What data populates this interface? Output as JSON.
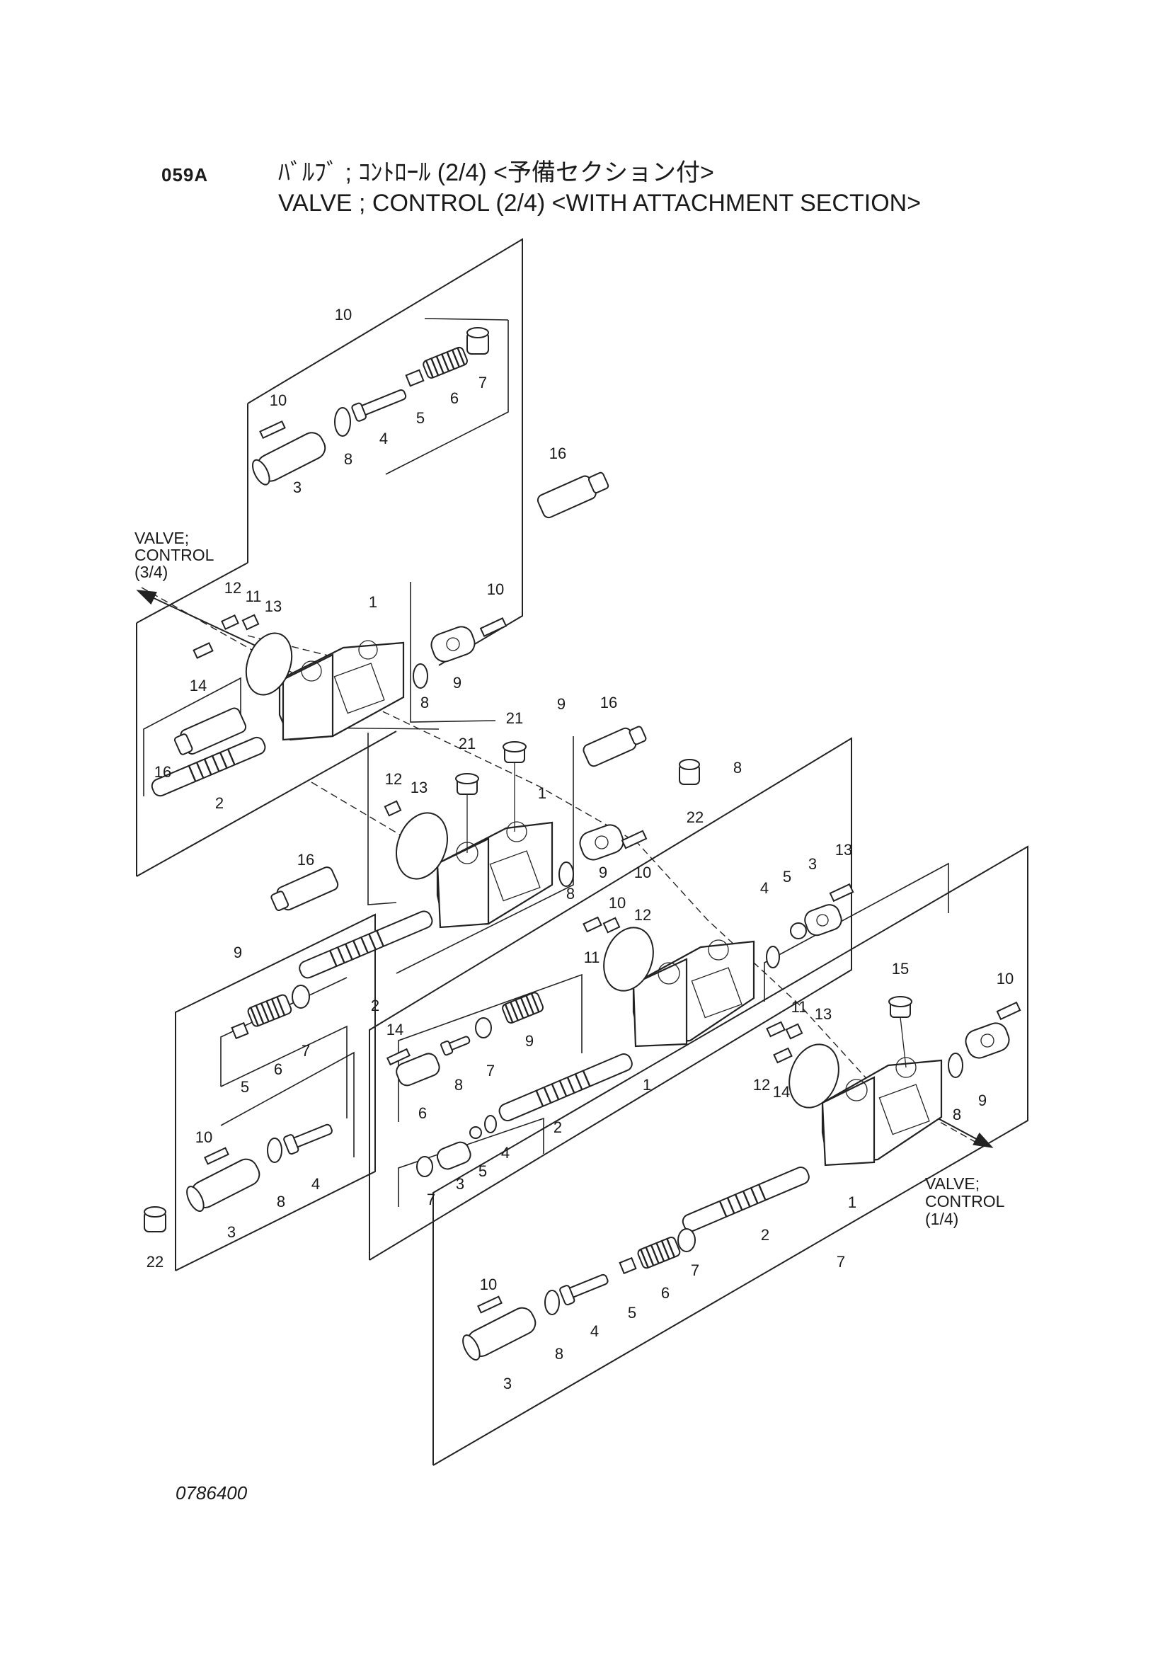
{
  "header": {
    "code": "059A",
    "title_jp": "ﾊﾞﾙﾌﾞ ; ｺﾝﾄﾛｰﾙ (2/4) <予備セクション付>",
    "title_en": "VALVE ; CONTROL (2/4) <WITH ATTACHMENT SECTION>"
  },
  "footer": {
    "drawing_number": "0786400"
  },
  "cross_refs": {
    "upper_left": [
      "VALVE;",
      "CONTROL",
      "(3/4)"
    ],
    "lower_right": [
      "VALVE;",
      "CONTROL",
      "(1/4)"
    ]
  },
  "frame_labels": {
    "group_a": "10",
    "group_b": "9",
    "group_c": "8",
    "group_d": "7",
    "group_e": "9"
  },
  "callouts": {
    "a_10": "10",
    "a_3": "3",
    "a_8": "8",
    "a_4": "4",
    "a_5": "5",
    "a_6": "6",
    "a_7": "7",
    "s1_16top": "16",
    "s1_12": "12",
    "s1_11": "11",
    "s1_13": "13",
    "s1_1": "1",
    "s1_10": "10",
    "s1_14": "14",
    "s1_8": "8",
    "s1_9": "9",
    "s1_16": "16",
    "s1_2": "2",
    "s2_21a": "21",
    "s2_21b": "21",
    "s2_16": "16",
    "s2_12": "12",
    "s2_13": "13",
    "s2_1": "1",
    "s2_22": "22",
    "s2_16left": "16",
    "s2_8": "8",
    "s2_9": "9",
    "s2_10": "10",
    "s2_2": "2",
    "s3_4": "4",
    "s3_5": "5",
    "s3_3": "3",
    "s3_13": "13",
    "s3_10": "10",
    "s3_12": "12",
    "s3_11": "11",
    "s3_1": "1",
    "b_5": "5",
    "b_6": "6",
    "b_7": "7",
    "b_10": "10",
    "b_8": "8",
    "b_3": "3",
    "b_4": "4",
    "b_22": "22",
    "c_14": "14",
    "c_9": "9",
    "c_8": "8",
    "c_7": "7",
    "c_6": "6",
    "c_2": "2",
    "c_7b": "7",
    "c_3": "3",
    "c_5": "5",
    "c_4": "4",
    "s4_15": "15",
    "s4_10": "10",
    "s4_11": "11",
    "s4_13": "13",
    "s4_12": "12",
    "s4_14": "14",
    "s4_8": "8",
    "s4_9": "9",
    "s4_1": "1",
    "s4_2": "2",
    "d_7": "7",
    "d_6": "6",
    "d_5": "5",
    "d_10": "10",
    "d_4": "4",
    "d_8": "8",
    "d_3": "3"
  },
  "colors": {
    "ink": "#1a1a1a",
    "paper": "#ffffff"
  },
  "icons": [
    "arrow-icon"
  ]
}
